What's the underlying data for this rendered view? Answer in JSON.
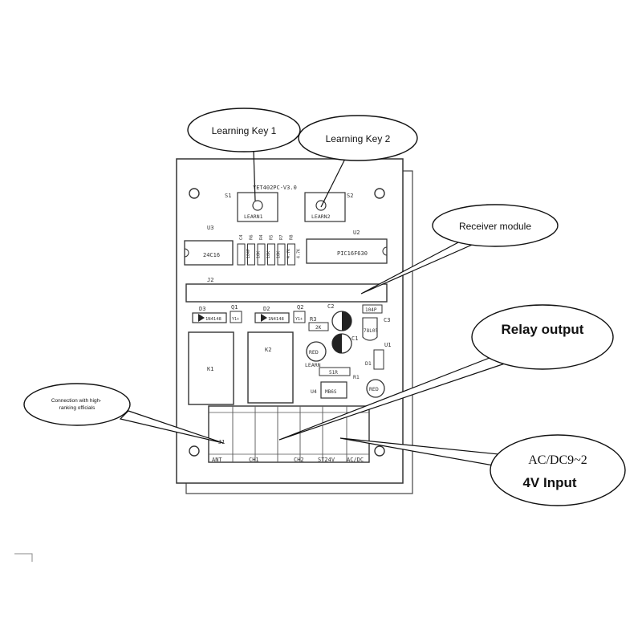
{
  "callouts": {
    "learning_key_1": "Learning Key 1",
    "learning_key_2": "Learning Key 2",
    "receiver_module": "Receiver module",
    "relay_output": "Relay output",
    "antenna_connection": "Connection with high-ranking officials",
    "power_input_line1": "AC/DC9~2",
    "power_input_line2": "4V Input"
  },
  "board": {
    "version": "YET402PC-V3.0",
    "s1": "S1",
    "s2": "S2",
    "learn1": "LEARN1",
    "learn2": "LEARN2",
    "u3": "U3",
    "u3_chip": "24C16",
    "u2": "U2",
    "u2_chip": "PIC16F630",
    "j2": "J2",
    "d3": "D3",
    "q1": "Q1",
    "d2": "D2",
    "q2": "Q2",
    "c2": "C2",
    "c3": "C3",
    "c1": "C1",
    "c_104p": "104P",
    "r3": "R3",
    "r3_val": "2K",
    "k1": "K1",
    "k2": "K2",
    "u1": "U1",
    "red": "RED",
    "learn_led": "LEARN",
    "r1_val": "51R",
    "r1": "R1",
    "d1": "D1",
    "u4": "U4",
    "mb6s": "MB6S",
    "regulator": "78L05",
    "in4148_1": "1N4148",
    "in4148_2": "1N4148",
    "y1_1": "Y1+",
    "y1_2": "Y1+",
    "j1": "J1",
    "terminals": [
      "ANT",
      "CH1",
      "CH2",
      "ST24V",
      "AC/DC"
    ],
    "small_parts": [
      "C4",
      "R6",
      "R4",
      "R5",
      "R7",
      "R8"
    ],
    "small_values": [
      "104P",
      "10K",
      "10K",
      "10K",
      "4.7K",
      "4.7K"
    ]
  }
}
